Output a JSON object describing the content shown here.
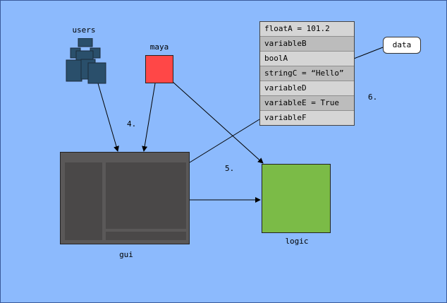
{
  "nodes": {
    "users": {
      "label": "users",
      "icon": "users-icon"
    },
    "maya": {
      "label": "maya",
      "color": "#ff4747"
    },
    "gui": {
      "label": "gui",
      "color": "#5a5858",
      "pane_color": "#4a4848"
    },
    "logic": {
      "label": "logic",
      "color": "#7bbb47"
    },
    "data": {
      "label": "data"
    }
  },
  "step_labels": {
    "step4": "4.",
    "step5": "5.",
    "step6": "6."
  },
  "variables": [
    {
      "text": "floatA = 101.2"
    },
    {
      "text": "variableB"
    },
    {
      "text": "boolA"
    },
    {
      "text": "stringC = “Hello”"
    },
    {
      "text": "variableD"
    },
    {
      "text": "variableE = True"
    },
    {
      "text": "variableF"
    }
  ],
  "colors": {
    "background": "#8cbafd",
    "users_fill": "#2a4f6b",
    "table_light": "#d5d5d5",
    "table_dark": "#bcbcbc"
  }
}
